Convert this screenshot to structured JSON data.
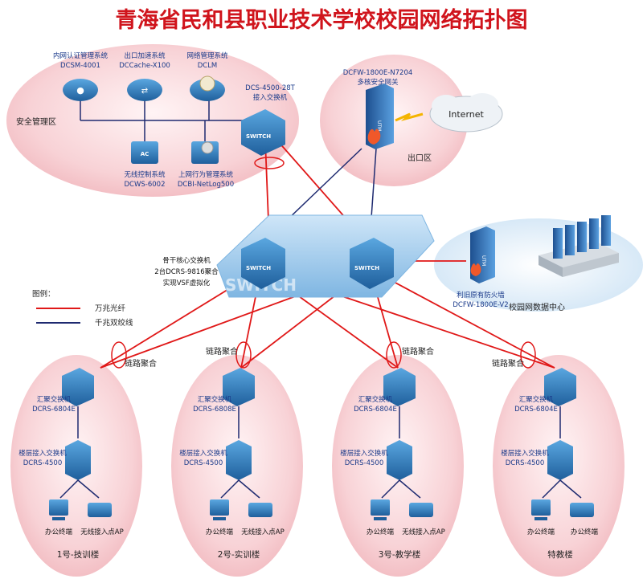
{
  "title": "青海省民和县职业技术学校校园网络拓扑图",
  "security_zone": {
    "label": "安全管理区",
    "devices": [
      {
        "name": "内网认证管理系统",
        "model": "DCSM-4001"
      },
      {
        "name": "出口加速系统",
        "model": "DCCache-X100"
      },
      {
        "name": "网络管理系统",
        "model": "DCLM"
      },
      {
        "name": "DCS-4500-28T",
        "model": "接入交换机"
      },
      {
        "name": "无线控制系统",
        "model": "DCWS-6002"
      },
      {
        "name": "上网行为管理系统",
        "model": "DCBI-NetLog500"
      }
    ]
  },
  "exit_zone": {
    "label": "出口区",
    "gateway_model": "DCFW-1800E-N7204",
    "gateway_name": "多核安全网关",
    "internet_label": "Internet"
  },
  "core": {
    "line1": "骨干核心交换机",
    "line2": "2台DCRS-9816聚合",
    "line3": "实现VSF虚拟化"
  },
  "datacenter": {
    "label": "校园网数据中心",
    "firewall_name": "利旧原有防火墙",
    "firewall_model": "DCFW-1800E-V2"
  },
  "legend": {
    "title": "图例：",
    "items": [
      {
        "label": "万兆光纤",
        "color": "#e01818"
      },
      {
        "label": "千兆双绞线",
        "color": "#1e2a70"
      }
    ]
  },
  "aggregation_label": "链路聚合",
  "buildings": [
    {
      "name": "1号-技训楼",
      "agg_label": "汇聚交换机",
      "agg_model": "DCRS-6804E",
      "acc_label": "楼层接入交换机",
      "acc_model": "DCRS-4500",
      "term1": "办公终端",
      "term2": "无线接入点AP"
    },
    {
      "name": "2号-实训楼",
      "agg_label": "汇聚交换机",
      "agg_model": "DCRS-6808E",
      "acc_label": "楼层接入交换机",
      "acc_model": "DCRS-4500",
      "term1": "办公终端",
      "term2": "无线接入点AP"
    },
    {
      "name": "3号-教学楼",
      "agg_label": "汇聚交换机",
      "agg_model": "DCRS-6804E",
      "acc_label": "楼层接入交换机",
      "acc_model": "DCRS-4500",
      "term1": "办公终端",
      "term2": "无线接入点AP"
    },
    {
      "name": "特教楼",
      "agg_label": "汇聚交换机",
      "agg_model": "DCRS-6804E",
      "acc_label": "楼层接入交换机",
      "acc_model": "DCRS-4500",
      "term1": "办公终端",
      "term2": "办公终端"
    }
  ],
  "colors": {
    "title": "#d0141c",
    "zone_fill": "#f6c8cc",
    "zone_fill_blue": "#d8eaf7",
    "fiber": "#e01818",
    "copper": "#1e2a70",
    "device": "#2c7cc0"
  }
}
